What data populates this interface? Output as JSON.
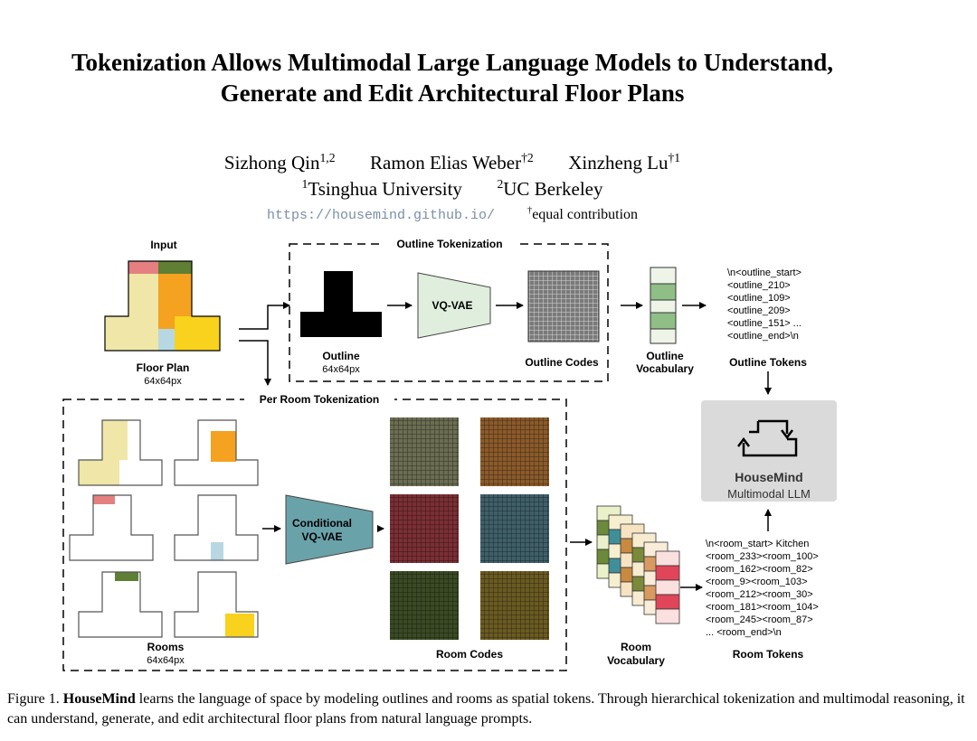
{
  "title": {
    "line1": "Tokenization Allows Multimodal Large Language Models to Understand,",
    "line2": "Generate and Edit Architectural Floor Plans"
  },
  "authors": [
    {
      "name": "Sizhong Qin",
      "mark": "1,2"
    },
    {
      "name": "Ramon Elias Weber",
      "mark": "†2"
    },
    {
      "name": "Xinzheng Lu",
      "mark": "†1"
    }
  ],
  "affiliations": [
    {
      "mark": "1",
      "name": "Tsinghua University"
    },
    {
      "mark": "2",
      "name": "UC Berkeley"
    }
  ],
  "link": "https://housemind.github.io/",
  "equal_note": {
    "mark": "†",
    "text": "equal contribution"
  },
  "figure": {
    "input_label": "Input",
    "floor_plan_label": "Floor Plan",
    "floor_plan_size": "64x64px",
    "outline_tokenization_label": "Outline Tokenization",
    "outline_label": "Outline",
    "outline_size": "64x64px",
    "vqvae_label": "VQ-VAE",
    "outline_codes_label": "Outline Codes",
    "outline_vocab_label_1": "Outline",
    "outline_vocab_label_2": "Vocabulary",
    "outline_tokens_title": "Outline Tokens",
    "outline_tokens": [
      "\\n<outline_start>",
      "<outline_210>",
      "<outline_109>",
      "<outline_209>",
      "<outline_151> ...",
      "<outline_end>\\n"
    ],
    "per_room_label": "Per Room Tokenization",
    "rooms_label": "Rooms",
    "rooms_size": "64x64px",
    "cond_vqvae_label_1": "Conditional",
    "cond_vqvae_label_2": "VQ-VAE",
    "room_codes_label": "Room Codes",
    "room_vocab_label_1": "Room",
    "room_vocab_label_2": "Vocabulary",
    "room_tokens_title": "Room Tokens",
    "room_tokens": [
      "\\n<room_start> Kitchen",
      "<room_233><room_100>",
      "<room_162><room_82>",
      "<room_9><room_103>",
      "<room_212><room_30>",
      "<room_181><room_104>",
      "<room_245><room_87>",
      "... <room_end>\\n"
    ],
    "model_name": "HouseMind",
    "model_sub": "Multimodal LLM"
  },
  "caption": {
    "prefix": "Figure 1. ",
    "bold": "HouseMind",
    "text": " learns the language of space by modeling outlines and rooms as spatial tokens. Through hierarchical tokenization and multimodal reasoning, it can understand, generate, and edit architectural floor plans from natural language prompts."
  },
  "colors": {
    "kitchen_beige": "#efe6a8",
    "orange": "#f4a21f",
    "pink": "#e58080",
    "olive_green": "#5f7f35",
    "light_blue": "#b7d8e2",
    "yellow": "#f8d21c",
    "code_olive": "#6b6d52",
    "code_brown": "#8a5a2a",
    "code_red": "#7a2f35",
    "code_teal": "#3f5f68",
    "code_darkgreen": "#3a4a24",
    "code_darkyellow": "#6a5a22",
    "model_box": "#dadada"
  }
}
